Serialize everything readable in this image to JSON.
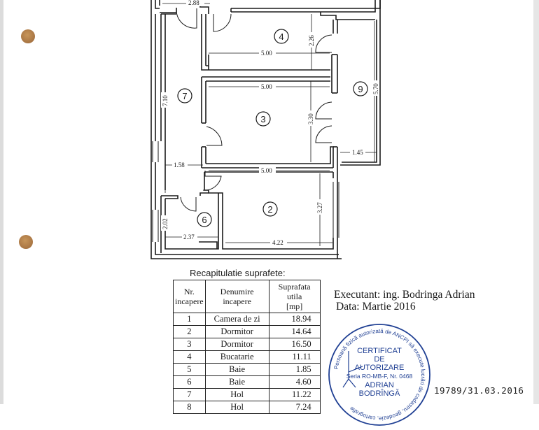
{
  "floor_plan": {
    "rooms": [
      {
        "id": "4",
        "label": "4"
      },
      {
        "id": "9",
        "label": "9"
      },
      {
        "id": "7",
        "label": "7"
      },
      {
        "id": "3",
        "label": "3"
      },
      {
        "id": "2",
        "label": "2"
      },
      {
        "id": "6",
        "label": "6"
      }
    ],
    "dimensions": {
      "top_corridor_width": "2.88",
      "room4_width": "5.00",
      "room4_depth": "2.26",
      "room3_width": "5.00",
      "room3_depth": "3.30",
      "room9_length": "5.70",
      "room9_width": "1.45",
      "room7_length": "7.10",
      "room7_width": "1.58",
      "room2_width_top": "5.00",
      "room2_width_bottom": "4.22",
      "room2_depth": "3.27",
      "room6_depth": "2.02",
      "room6_width": "2.37"
    }
  },
  "recap": {
    "title": "Recapitulatie suprafete:",
    "headers": {
      "nr_line1": "Nr.",
      "nr_line2": "incapere",
      "name_line1": "Denumire",
      "name_line2": "incapere",
      "area_line1": "Suprafata utila",
      "area_line2": "[mp]"
    },
    "rows": [
      {
        "nr": "1",
        "name": "Camera de zi",
        "area": "18.94"
      },
      {
        "nr": "2",
        "name": "Dormitor",
        "area": "14.64"
      },
      {
        "nr": "3",
        "name": "Dormitor",
        "area": "16.50"
      },
      {
        "nr": "4",
        "name": "Bucatarie",
        "area": "11.11"
      },
      {
        "nr": "5",
        "name": "Baie",
        "area": "1.85"
      },
      {
        "nr": "6",
        "name": "Baie",
        "area": "4.60"
      },
      {
        "nr": "7",
        "name": "Hol",
        "area": "11.22"
      },
      {
        "nr": "8",
        "name": "Hol",
        "area": "7.24"
      }
    ]
  },
  "executant": {
    "line1": "Executant: ing. Bodringa  Adrian",
    "line2": "Data: Martie 2016"
  },
  "stamp": {
    "ring_text": "Persoană fizică autorizată de ANCPI să execute lucrări de cadastru, geodezie, cartografie",
    "line1": "CERTIFICAT",
    "line2": "DE",
    "line3": "AUTORIZARE",
    "series": "Seria RO-MB-F, Nr. 0468",
    "name1": "ADRIAN",
    "name2": "BODRÎNGĂ",
    "color": "#1f3f93"
  },
  "registration_number": "19789/31.03.2016"
}
